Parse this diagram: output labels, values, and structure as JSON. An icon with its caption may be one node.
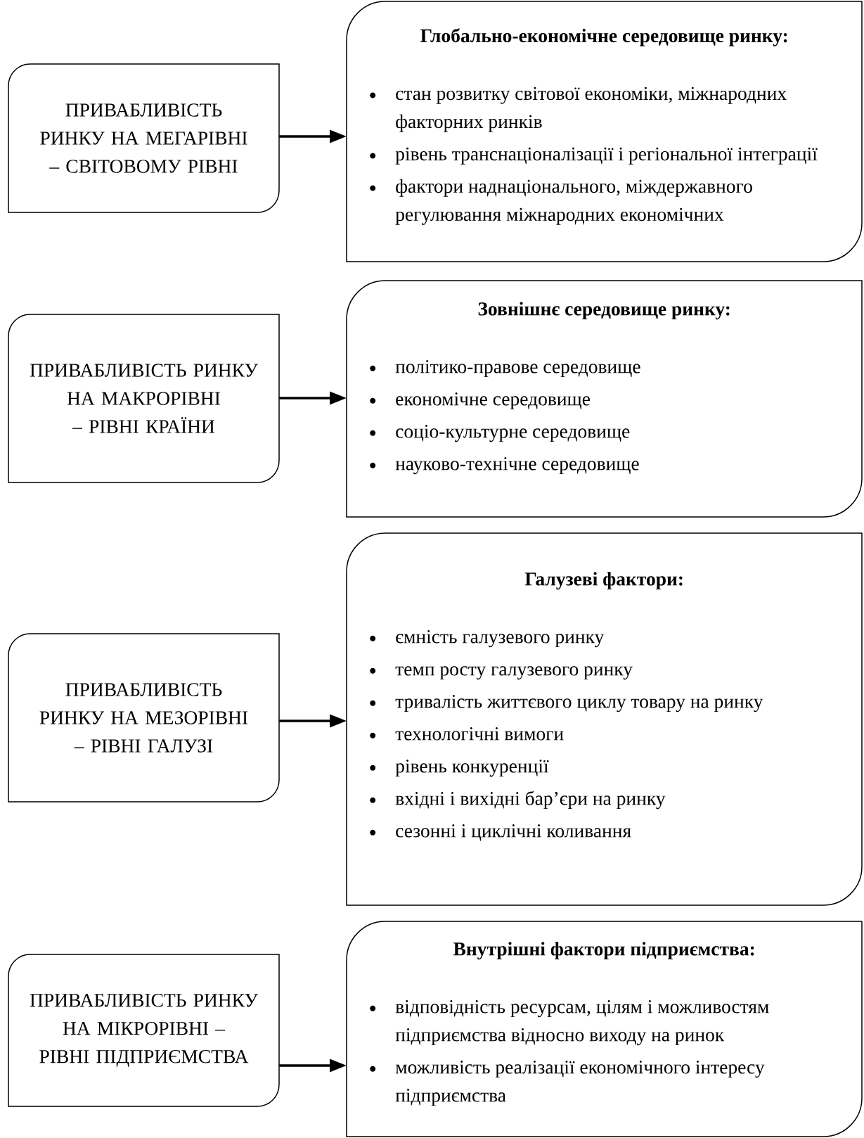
{
  "diagram": {
    "nodes": [
      {
        "text": [
          "ПРИВАБЛИВІСТЬ РИНКУ НА МЕГАРІВНІ – СВІТОВОМУ РІВНІ"
        ]
      },
      {
        "text": [
          "Глобально-економічне середовище ринку:",
          "стан розвитку світової економіки, міжнародних факторних ринків",
          "рівень транснаціоналізації і регіональної інтеграції",
          "фактори наднаціонального, міждержавного регулювання міжнародних економічних"
        ]
      },
      {
        "text": [
          "ПРИВАБЛИВІСТЬ РИНКУ НА МАКРОРІВНІ – РІВНІ КРАЇНИ"
        ]
      },
      {
        "text": [
          "Зовнішнє середовище ринку:",
          "політико-правове середовище",
          "економічне середовище",
          "соціо-культурне середовище",
          "науково-технічне середовище"
        ]
      },
      {
        "text": [
          "ПРИВАБЛИВІСТЬ РИНКУ НА МЕЗОРІВНІ – РІВНІ ГАЛУЗІ"
        ]
      },
      {
        "text": [
          "Галузеві фактори:",
          "ємність галузевого ринку",
          "темп росту галузевого ринку",
          "тривалість життєвого циклу товару на ринку",
          "технологічні вимоги",
          "рівень конкуренції",
          "вхідні і вихідні бар’єри на ринку",
          "сезонні і циклічні коливання"
        ]
      },
      {
        "text": [
          "ПРИВАБЛИВІСТЬ РИНКУ НА МІКРОРІВНІ – РІВНІ ПІДПРИЄМСТВА"
        ]
      },
      {
        "text": [
          "Внутрішні фактори підприємства:",
          "відповідність ресурсам, цілям і можливостям підприємства відносно виходу на ринок",
          "можливість реалізації економічного інтересу підприємства"
        ]
      }
    ],
    "edges": [
      {
        "from": 0,
        "to": 1,
        "arrow": "to"
      },
      {
        "from": 2,
        "to": 3,
        "arrow": "to"
      },
      {
        "from": 4,
        "to": 5,
        "arrow": "to"
      },
      {
        "from": 6,
        "to": 7,
        "arrow": "to"
      }
    ]
  }
}
